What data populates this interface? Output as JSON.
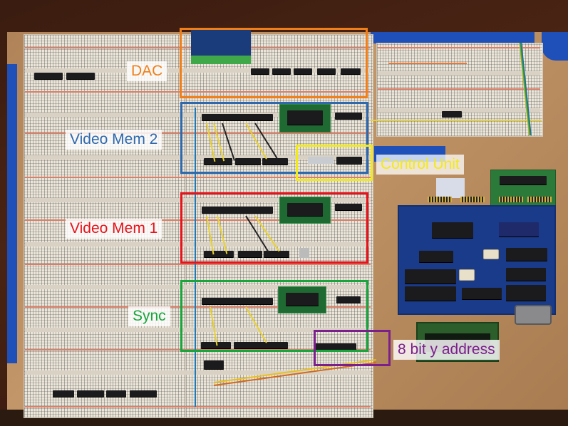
{
  "scene": {
    "description": "Overhead photo of a breadboard video card build with labeled functional blocks",
    "background": "wooden desk and cork backing board"
  },
  "annotations": [
    {
      "id": "dac",
      "label": "DAC",
      "color": "#f07f1a"
    },
    {
      "id": "video-mem-2",
      "label": "Video Mem 2",
      "color": "#2e68ad"
    },
    {
      "id": "control-unit",
      "label": "Control Unit",
      "color": "#f2ea17"
    },
    {
      "id": "video-mem-1",
      "label": "Video Mem 1",
      "color": "#e8121a"
    },
    {
      "id": "sync",
      "label": "Sync",
      "color": "#17a53c"
    },
    {
      "id": "y-address",
      "label": "8 bit y address",
      "color": "#7b1f8c"
    }
  ],
  "components": {
    "dac_module": "DAC breakout board with green screw terminals",
    "control_board": "Blue microcontroller board with DB9 connector",
    "lcd": "Character LCD module",
    "memory_adapters": "Green SMD adapter PCBs"
  }
}
